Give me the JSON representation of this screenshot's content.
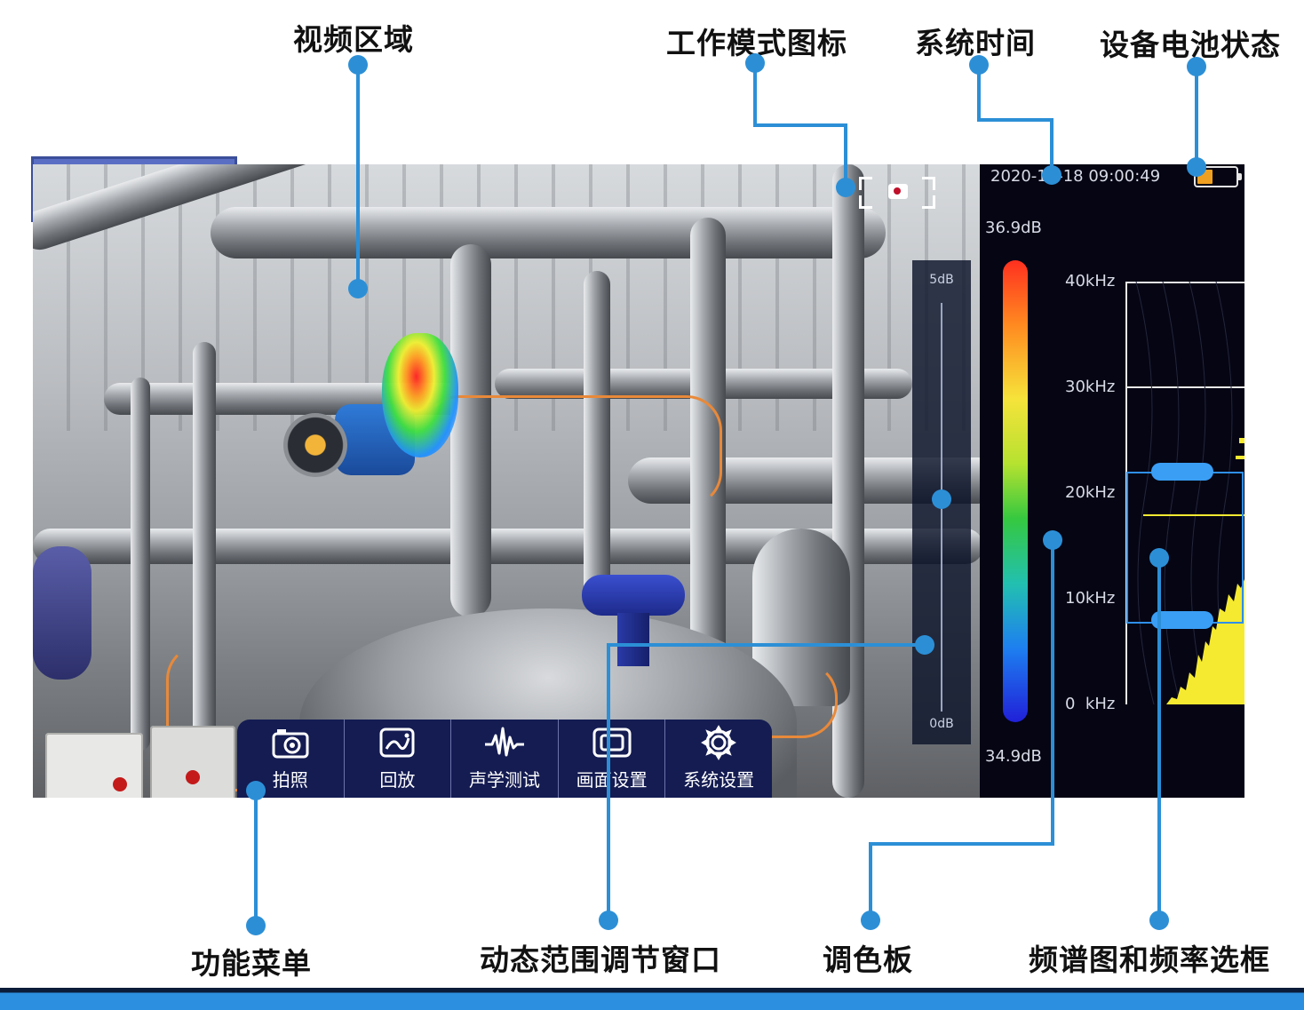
{
  "callouts": {
    "video_area": "视频区域",
    "work_mode_icon": "工作模式图标",
    "system_time": "系统时间",
    "battery_status": "设备电池状态",
    "function_menu": "功能菜单",
    "dynamic_range_window": "动态范围调节窗口",
    "palette": "调色板",
    "spectrum_and_freq_box": "频谱图和频率选框"
  },
  "status": {
    "datetime": "2020-12-18 09:00:49",
    "battery_level": 0.45
  },
  "palette": {
    "max_db": "36.9dB",
    "min_db": "34.9dB"
  },
  "dynamic_range": {
    "top_label": "5dB",
    "bottom_label": "0dB",
    "level": 0.52
  },
  "spectrum": {
    "freq_labels": [
      "40kHz",
      "30kHz",
      "20kHz",
      "10kHz",
      "0  kHz"
    ],
    "selection_khz": [
      8,
      22
    ]
  },
  "menu": {
    "items": [
      {
        "label": "拍照",
        "icon": "camera-icon"
      },
      {
        "label": "回放",
        "icon": "playback-icon"
      },
      {
        "label": "声学测试",
        "icon": "waveform-icon"
      },
      {
        "label": "画面设置",
        "icon": "display-settings-icon"
      },
      {
        "label": "系统设置",
        "icon": "gear-icon"
      }
    ]
  },
  "colors": {
    "accent": "#2c8fd6",
    "menu_bg": "#141c52",
    "panel_bg": "#050514",
    "freq_box": "#2f8fe8",
    "spectrum_fill": "#f5ea30"
  }
}
